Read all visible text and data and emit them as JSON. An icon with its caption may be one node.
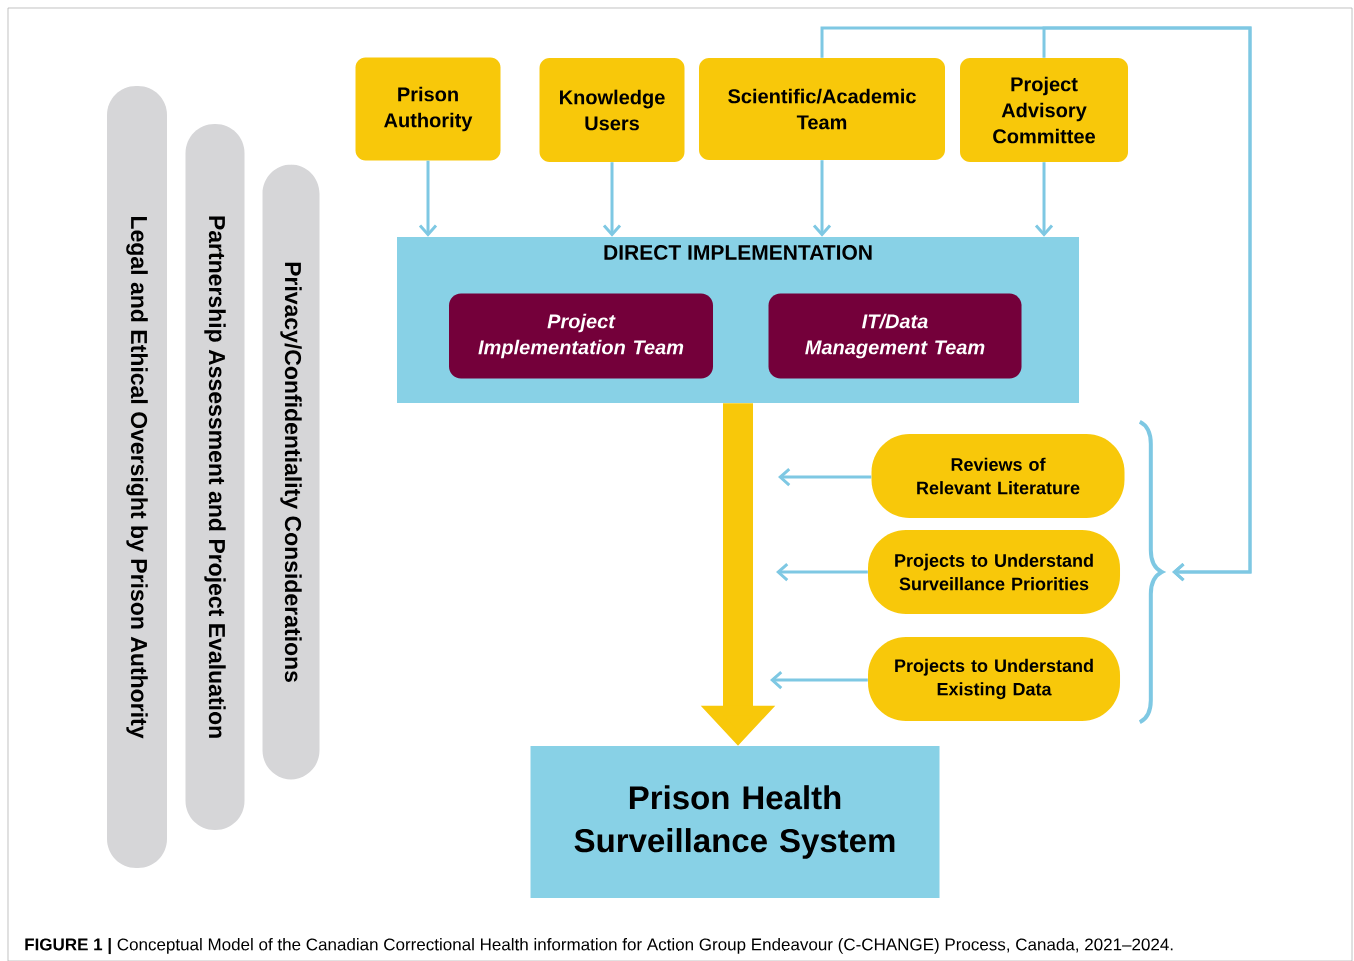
{
  "diagram": {
    "caption": "**FIGURE 1 |** Conceptual Model of the Canadian Correctional Health information for Action Group Endeavour (C-CHANGE) Process, Canada, 2021–2024.",
    "nodes": [
      {
        "text": [
          "Legal and Ethical Oversight by Prison Authority"
        ]
      },
      {
        "text": [
          "Partnership Assessment and Project Evaluation"
        ]
      },
      {
        "text": [
          "Privacy/Confidentiality Considerations"
        ]
      },
      {
        "text": [
          "Prison Authority"
        ]
      },
      {
        "text": [
          "Knowledge Users"
        ]
      },
      {
        "text": [
          "Scientific/Academic Team"
        ]
      },
      {
        "text": [
          "Project Advisory Committee"
        ]
      },
      {
        "text": [
          "DIRECT IMPLEMENTATION"
        ]
      },
      {
        "text": [
          "Project Implementation Team"
        ],
        "in": 7
      },
      {
        "text": [
          "IT/Data Management Team"
        ],
        "in": 7
      },
      {
        "text": [
          "Reviews of Relevant Literature"
        ]
      },
      {
        "text": [
          "Projects to Understand Surveillance Priorities"
        ]
      },
      {
        "text": [
          "Projects to Understand Existing Data"
        ]
      },
      {
        "text": [
          "Prison Health Surveillance System"
        ]
      },
      {
        "text": [],
        "shape": "brace"
      }
    ],
    "edges": [
      {
        "from": 3,
        "to": 7,
        "arrow": "to"
      },
      {
        "from": 4,
        "to": 7,
        "arrow": "to"
      },
      {
        "from": 5,
        "to": 7,
        "arrow": "to"
      },
      {
        "from": 6,
        "to": 7,
        "arrow": "to"
      },
      {
        "from": 7,
        "to": 13,
        "arrow": "to",
        "style": "thick",
        "color": "#f8c80a"
      },
      {
        "from": 10,
        "to": null,
        "arrow": "to"
      },
      {
        "from": 11,
        "to": null,
        "arrow": "to"
      },
      {
        "from": 12,
        "to": null,
        "arrow": "to"
      },
      {
        "from": 5,
        "to": 14,
        "arrow": "to"
      },
      {
        "from": 6,
        "to": 14,
        "arrow": "to"
      }
    ]
  }
}
